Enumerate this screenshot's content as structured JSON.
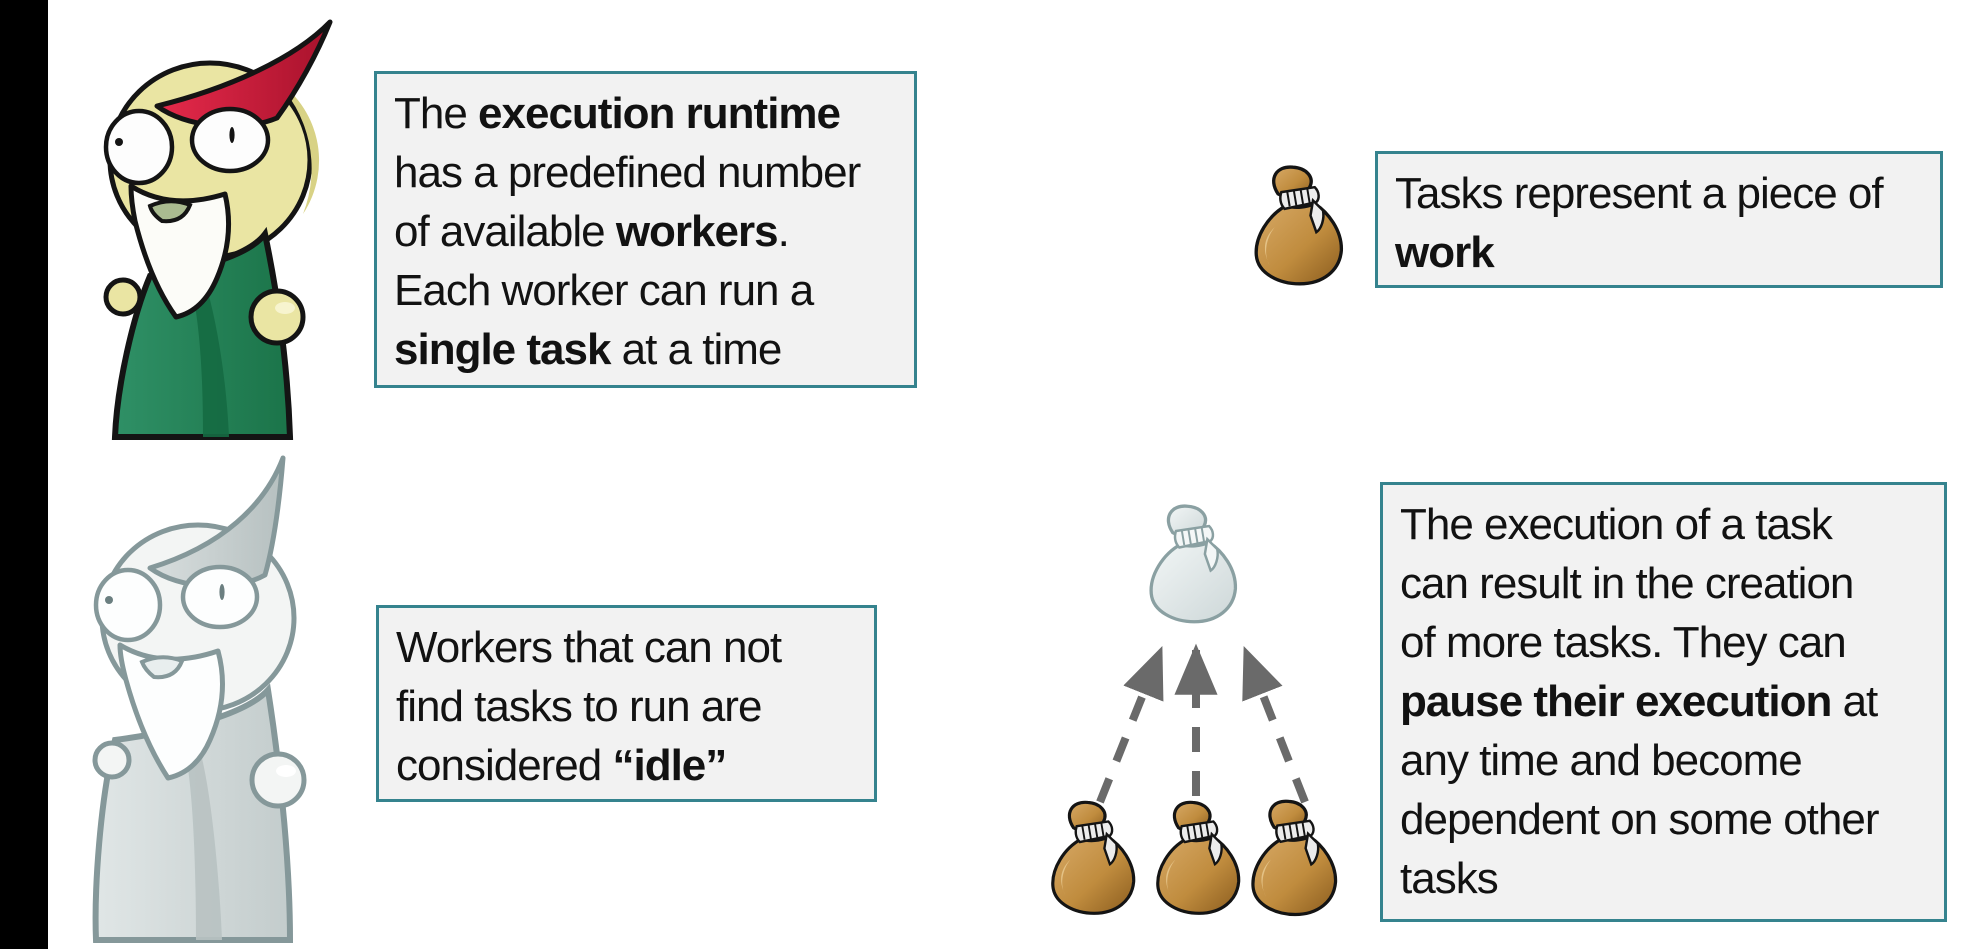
{
  "slide": {
    "background": "#ffffff",
    "left_bar_color": "#000000",
    "topic": "execution runtime, workers and tasks"
  },
  "colors": {
    "note_border": "#35838e",
    "note_background": "#f2f2f2",
    "text": "#121212",
    "arrow_gray": "#6a6a6a",
    "bag_brown_light": "#d7a966",
    "bag_brown_mid": "#c08c3e",
    "bag_brown_dark": "#8a5c1e",
    "bag_gray_light": "#f2f6f6",
    "bag_gray_dark": "#cdd7d8",
    "gnome_hat_red": "#d6203e",
    "gnome_hat_red_dark": "#a8122c",
    "gnome_head_yellow": "#eae5a3",
    "gnome_robe_green": "#2f9066",
    "gnome_robe_green_dark": "#1b7449",
    "idle_gnome_gray": "#d5dbdb",
    "idle_outline_gray": "#85989a"
  },
  "notes": {
    "runtime": {
      "lines": [
        [
          {
            "t": "The ",
            "b": false
          },
          {
            "t": "execution runtime",
            "b": true
          }
        ],
        [
          {
            "t": "has a predefined number",
            "b": false
          }
        ],
        [
          {
            "t": "of available ",
            "b": false
          },
          {
            "t": "workers",
            "b": true
          },
          {
            "t": ".",
            "b": false
          }
        ],
        [
          {
            "t": "Each worker can run a",
            "b": false
          }
        ],
        [
          {
            "t": "single task",
            "b": true
          },
          {
            "t": " at a time",
            "b": false
          }
        ]
      ]
    },
    "tasks": {
      "lines": [
        [
          {
            "t": "Tasks represent a piece of",
            "b": false
          }
        ],
        [
          {
            "t": "work",
            "b": true
          }
        ]
      ]
    },
    "idle": {
      "lines": [
        [
          {
            "t": "Workers that can not",
            "b": false
          }
        ],
        [
          {
            "t": "find tasks to run are",
            "b": false
          }
        ],
        [
          {
            "t": "considered ",
            "b": false
          },
          {
            "t": "“idle”",
            "b": true
          }
        ]
      ]
    },
    "creation": {
      "lines": [
        [
          {
            "t": "The execution of a task",
            "b": false
          }
        ],
        [
          {
            "t": "can result in the creation",
            "b": false
          }
        ],
        [
          {
            "t": "of more tasks. They can",
            "b": false
          }
        ],
        [
          {
            "t": "pause their execution",
            "b": true
          },
          {
            "t": " at",
            "b": false
          }
        ],
        [
          {
            "t": "any time and become",
            "b": false
          }
        ],
        [
          {
            "t": "dependent on some other",
            "b": false
          }
        ],
        [
          {
            "t": "tasks",
            "b": false
          }
        ]
      ]
    }
  },
  "illustrations": {
    "worker_gnome": "gnome worker (active, colored)",
    "idle_gnome": "gnome worker (idle, grayed out)",
    "task_bag": "brown money bag representing a task",
    "new_task_bag": "gray money bag representing a newly created task",
    "dependency_arrows": "three dashed arrows from existing tasks to the new task"
  }
}
